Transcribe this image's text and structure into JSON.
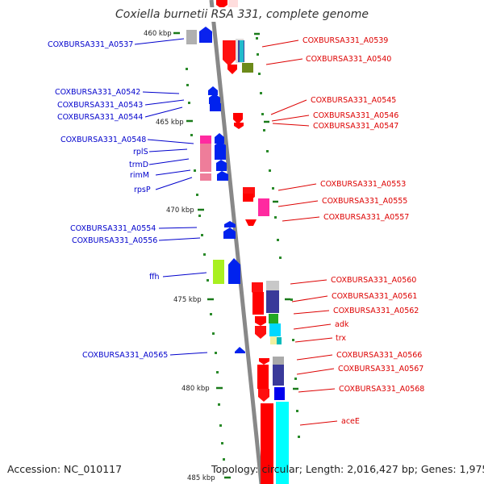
{
  "title": "Coxiella burnetii RSA 331, complete genome",
  "footer": {
    "accession": "Accession: NC_010117",
    "summary": "Topology: circular; Length: 2,016,427 bp; Genes: 1,975"
  },
  "colors": {
    "backbone": "#888888",
    "left_label": "#0000cc",
    "right_label": "#dd0000",
    "tick": "#006600",
    "forward_gene": "#0000ff",
    "reverse_gene": "#ff0000"
  },
  "ticks": [
    "460 kbp",
    "465 kbp",
    "470 kbp",
    "475 kbp",
    "480 kbp",
    "485 kbp"
  ],
  "left_labels": [
    "COXBURSA331_A0537",
    "COXBURSA331_A0542",
    "COXBURSA331_A0543",
    "COXBURSA331_A0544",
    "COXBURSA331_A0548",
    "rplS",
    "trmD",
    "rimM",
    "rpsP",
    "COXBURSA331_A0554",
    "COXBURSA331_A0556",
    "ffh",
    "COXBURSA331_A0565"
  ],
  "right_labels": [
    "COXBURSA331_A0539",
    "COXBURSA331_A0540",
    "COXBURSA331_A0545",
    "COXBURSA331_A0546",
    "COXBURSA331_A0547",
    "COXBURSA331_A0553",
    "COXBURSA331_A0555",
    "COXBURSA331_A0557",
    "COXBURSA331_A0560",
    "COXBURSA331_A0561",
    "COXBURSA331_A0562",
    "adk",
    "trx",
    "COXBURSA331_A0566",
    "COXBURSA331_A0567",
    "COXBURSA331_A0568",
    "aceE"
  ]
}
